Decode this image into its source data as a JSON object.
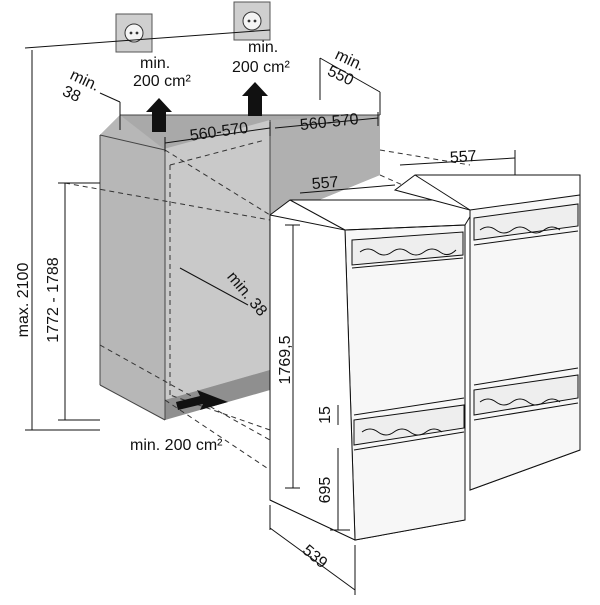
{
  "diagram": {
    "labels": {
      "vent_top_left": [
        "min.",
        "200 cm²"
      ],
      "vent_top_right": [
        "min.",
        "200 cm²"
      ],
      "vent_bottom": "min. 200 cm²",
      "depth_min_550": [
        "min.",
        "550"
      ],
      "gap_min_38": [
        "min.",
        "38"
      ],
      "width_left": "560-570",
      "width_right": "560-570",
      "appliance_width_front": "557",
      "appliance_width_back": "557",
      "niche_max_height": "max. 2100",
      "niche_height_range": "1772 - 1788",
      "inner_gap_min_38": "min. 38",
      "appliance_height": "1769,5",
      "door_gap": "15",
      "lower_door_height": "695",
      "appliance_depth": "539"
    }
  }
}
